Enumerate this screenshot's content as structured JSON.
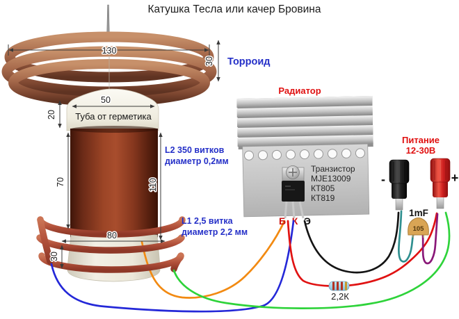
{
  "title": "Катушка Тесла или качер Бровина",
  "toroid": {
    "label": "Торроид",
    "dim_diameter": "130",
    "dim_height": "30"
  },
  "secondary_coil": {
    "cap_label": "Туба от герметика",
    "dim_cap_width": "50",
    "dim_cap_height": "20",
    "dim_upper": "70",
    "dim_winding": "110",
    "spec_line1": "L2 350 витков",
    "spec_line2": "диаметр 0,2мм"
  },
  "primary_coil": {
    "spec_line1": "L1 2,5 витка",
    "spec_line2": "диаметр 2,2 мм",
    "dim_diameter": "80",
    "dim_height": "30"
  },
  "radiator": {
    "label": "Радиатор"
  },
  "transistor": {
    "label": "Транзистор",
    "models": [
      "MJE13009",
      "КТ805",
      "КТ819"
    ],
    "pin_base": "Б",
    "pin_collector": "К",
    "pin_emitter": "Э"
  },
  "power": {
    "label_line1": "Питание",
    "label_line2": "12-30В",
    "minus": "-",
    "plus": "+"
  },
  "capacitor": {
    "value": "1mF",
    "marking": "105"
  },
  "resistor": {
    "value": "2,2К"
  },
  "colors": {
    "wire_blue": "#2428d8",
    "wire_orange": "#f28a12",
    "wire_red": "#e01212",
    "wire_black": "#141414",
    "wire_green": "#2ed33a",
    "wire_teal": "#2f8f8f",
    "wire_purple": "#8a1878",
    "label_blue": "#2530c8",
    "label_red": "#e01010",
    "pin_label_red": "#cc1111",
    "pin_label_black": "#111111"
  }
}
